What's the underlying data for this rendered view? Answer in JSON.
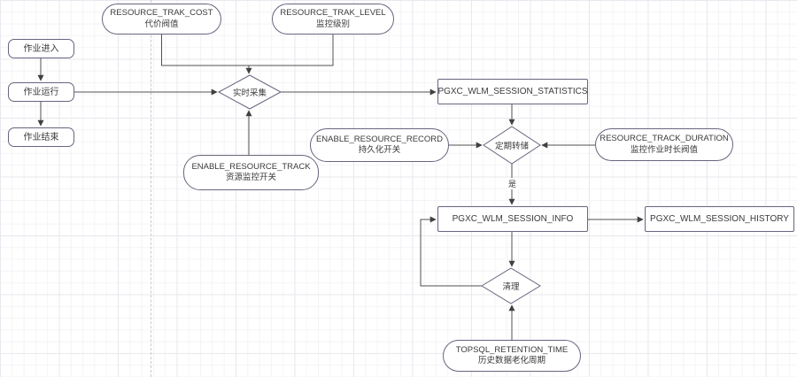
{
  "diagram": {
    "colors": {
      "shape_border": "#66667f",
      "connector": "#505050",
      "text": "#3a3a3a",
      "grid_minor": "#f4f4f6",
      "grid_major": "#e8e8ee",
      "canvas": "#ffffff"
    },
    "nodes": {
      "job_enter": {
        "label": "作业进入"
      },
      "job_run": {
        "label": "作业运行"
      },
      "job_end": {
        "label": "作业结束"
      },
      "trak_cost": {
        "line1": "RESOURCE_TRAK_COST",
        "line2": "代价阀值"
      },
      "trak_level": {
        "line1": "RESOURCE_TRAK_LEVEL",
        "line2": "监控级别"
      },
      "realtime_collect": {
        "label": "实时采集"
      },
      "session_statistics": {
        "label": "PGXC_WLM_SESSION_STATISTICS"
      },
      "record_switch": {
        "line1": "ENABLE_RESOURCE_RECORD",
        "line2": "持久化开关"
      },
      "periodic_dump": {
        "label": "定期转储"
      },
      "track_duration": {
        "line1": "RESOURCE_TRACK_DURATION",
        "line2": "监控作业时长阀值"
      },
      "track_switch": {
        "line1": "ENABLE_RESOURCE_TRACK",
        "line2": "资源监控开关"
      },
      "session_info": {
        "label": "PGXC_WLM_SESSION_INFO"
      },
      "session_history": {
        "label": "PGXC_WLM_SESSION_HISTORY"
      },
      "cleanup": {
        "label": "清理"
      },
      "retention_time": {
        "line1": "TOPSQL_RETENTION_TIME",
        "line2": "历史数据老化周期"
      }
    },
    "edge_labels": {
      "yes": "是"
    }
  }
}
